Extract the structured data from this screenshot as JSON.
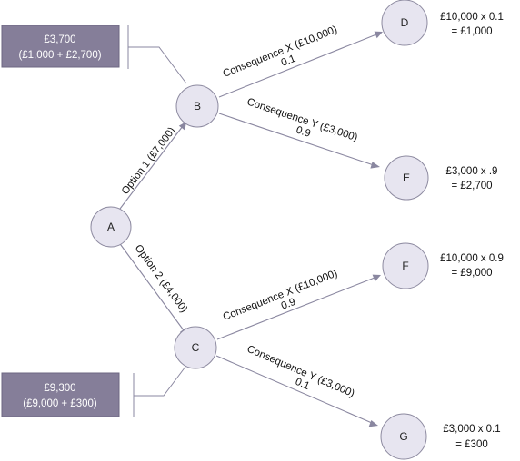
{
  "nodes": {
    "A": "A",
    "B": "B",
    "C": "C",
    "D": "D",
    "E": "E",
    "F": "F",
    "G": "G"
  },
  "edges": {
    "a_b": "Option 1 (£7,000)",
    "a_c": "Option 2 (£4,000)",
    "b_d": {
      "label": "Consequence X (£10,000)",
      "prob": "0.1"
    },
    "b_e": {
      "label": "Consequence Y (£3,000)",
      "prob": "0.9"
    },
    "c_f": {
      "label": "Consequence X (£10,000)",
      "prob": "0.9"
    },
    "c_g": {
      "label": "Consequence Y (£3,000)",
      "prob": "0.1"
    }
  },
  "calculations": {
    "D": {
      "line1": "£10,000 x 0.1",
      "line2": "= £1,000"
    },
    "E": {
      "line1": "£3,000 x .9",
      "line2": "= £2,700"
    },
    "F": {
      "line1": "£10,000 x 0.9",
      "line2": "= £9,000"
    },
    "G": {
      "line1": "£3,000 x 0.1",
      "line2": "= £300"
    }
  },
  "expected_values": {
    "B": {
      "total": "£3,700",
      "breakdown": "(£1,000 + £2,700)"
    },
    "C": {
      "total": "£9,300",
      "breakdown": "(£9,000 + £300)"
    }
  },
  "colors": {
    "box_fill": "#857e99",
    "node_fill": "#e7e5f0",
    "line": "#8a87a0"
  }
}
